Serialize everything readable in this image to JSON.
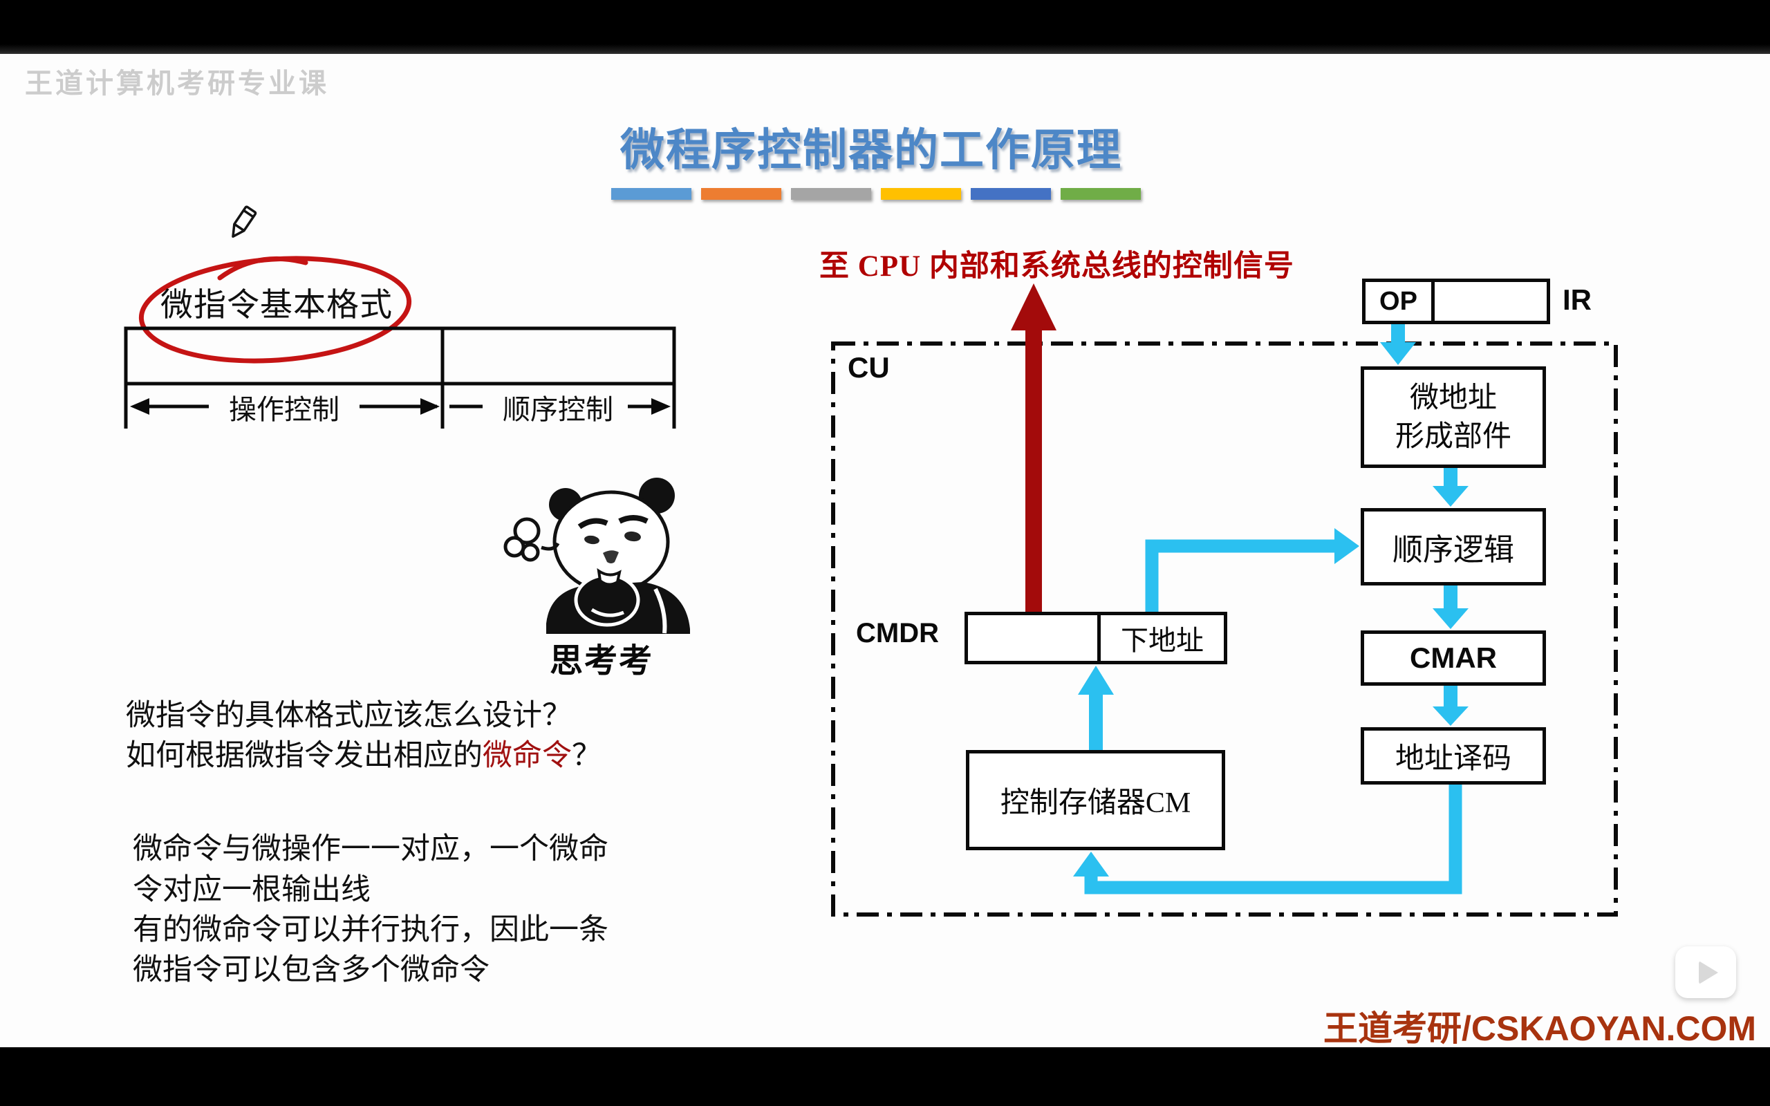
{
  "watermark": {
    "text": "王道计算机考研专业课"
  },
  "title": {
    "text": "微程序控制器的工作原理",
    "color": "#4d87c7"
  },
  "accent_bars": [
    "#5B9BD5",
    "#ED7D31",
    "#A5A5A5",
    "#FFC000",
    "#4472C4",
    "#70AD47"
  ],
  "format_section": {
    "label": "微指令基本格式",
    "left_caption": "操作控制",
    "right_caption": "顺序控制",
    "annotation_color": "#c51414"
  },
  "meme": {
    "caption": "思考考"
  },
  "questions": {
    "line1": "微指令的具体格式应该怎么设计？",
    "line2_prefix": "如何根据微指令发出相应的",
    "line2_highlight": "微命令",
    "line2_suffix": "？",
    "highlight_color": "#a01010"
  },
  "notes": {
    "line1": "微命令与微操作一一对应，一个微命",
    "line2": "令对应一根输出线",
    "line3": "有的微命令可以并行执行，因此一条",
    "line4": "微指令可以包含多个微命令"
  },
  "diagram": {
    "signal_label": "至 CPU 内部和系统总线的控制信号",
    "signal_color": "#b00000",
    "cu_label": "CU",
    "ir_op": "OP",
    "ir_label": "IR",
    "micro_addr_line1": "微地址",
    "micro_addr_line2": "形成部件",
    "seq_logic": "顺序逻辑",
    "cmar": "CMAR",
    "addr_decode": "地址译码",
    "cmdr_label": "CMDR",
    "next_addr": "下地址",
    "cm": "控制存储器CM",
    "arrow_cyan": "#2bc0f0",
    "arrow_red": "#a30b0b",
    "line_black": "#0a0a0a"
  },
  "footer": {
    "brand": "王道考研/CSKAOYAN.COM",
    "color": "#a8330f"
  }
}
